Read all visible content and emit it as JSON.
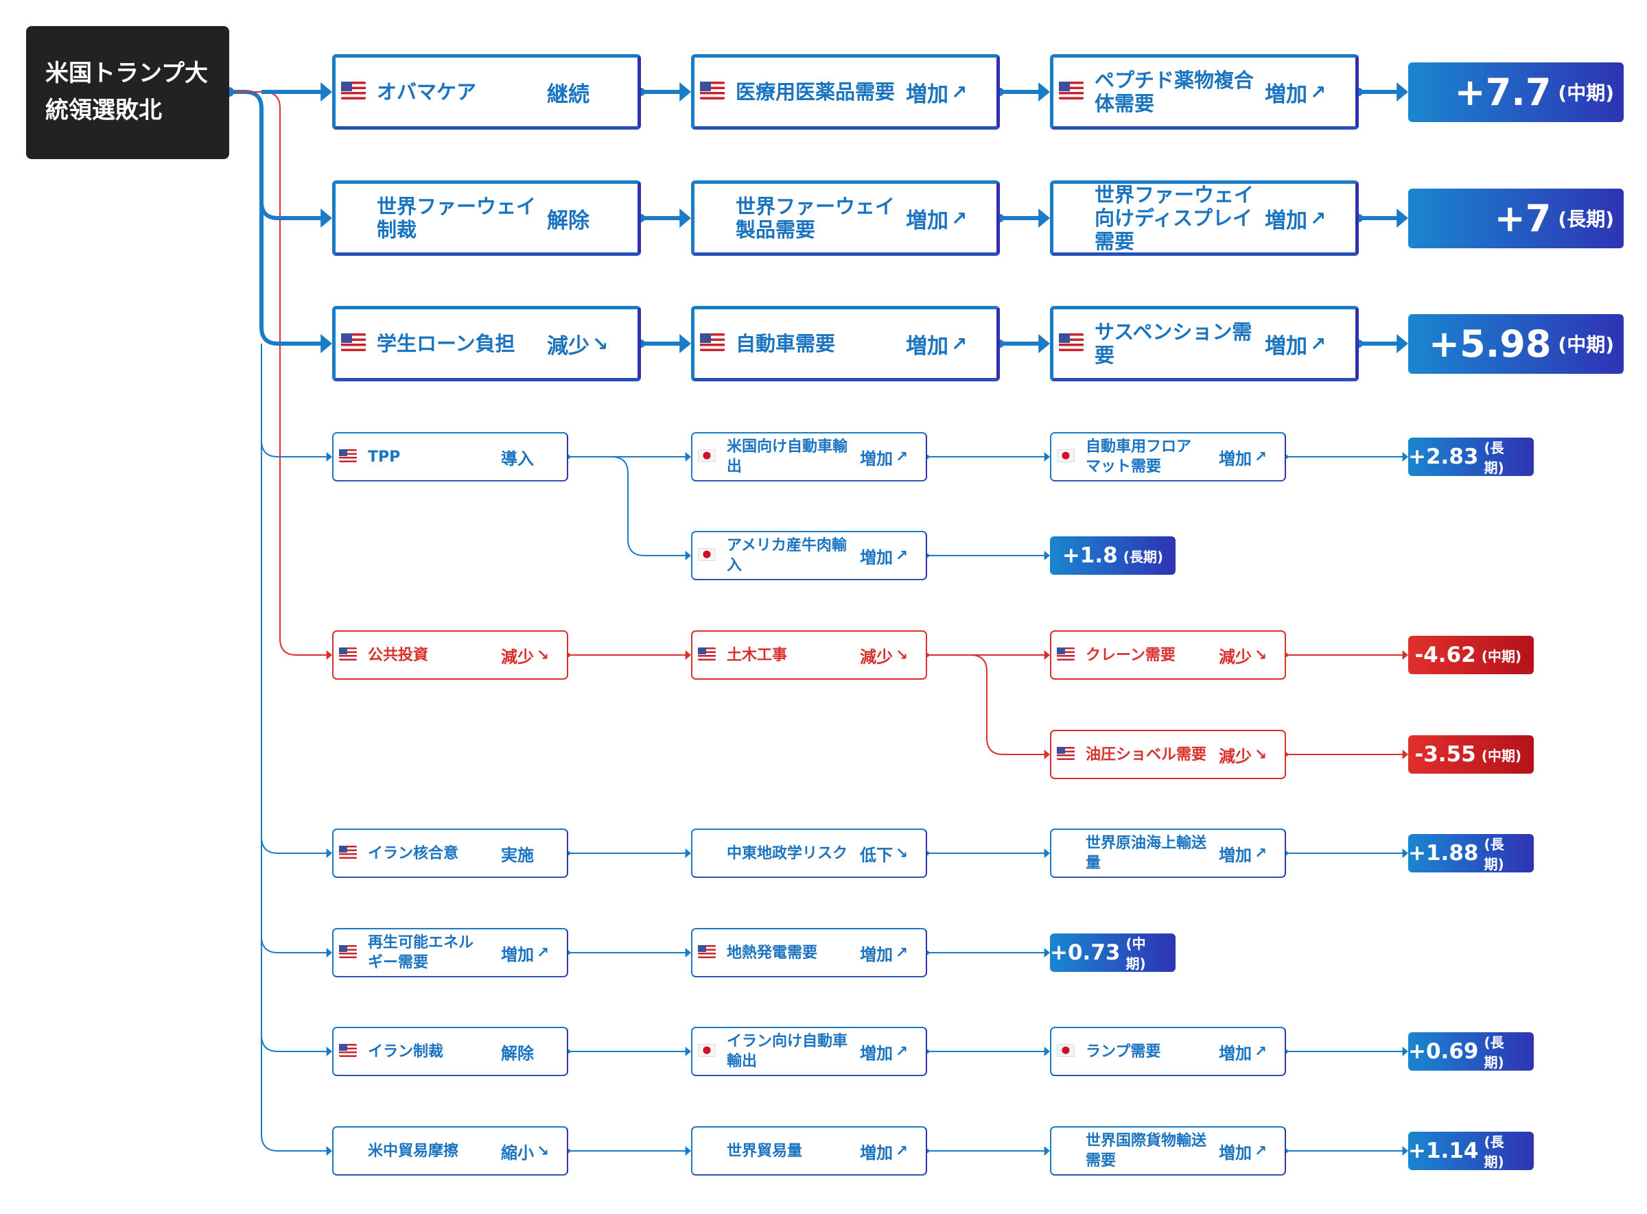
{
  "root": {
    "label": "米国トランプ大\n統領選敗北"
  },
  "colors": {
    "blue": "#1a7cc7",
    "indigo": "#3030b0",
    "red": "#d9302c",
    "root_bg": "#222222"
  },
  "icons": {
    "us_flag": "us-flag-icon",
    "jp_flag": "jp-flag-icon",
    "up": "trend-up-icon",
    "down": "trend-down-icon"
  },
  "rows": [
    {
      "size": "big",
      "color": "blue",
      "nodes": [
        {
          "flag": "us",
          "label": "オバマケア",
          "effect": "継続",
          "trend": ""
        },
        {
          "flag": "us",
          "label": "医療用医薬品需要",
          "effect": "増加",
          "trend": "up"
        },
        {
          "flag": "us",
          "label": "ペプチド薬物複合\n体需要",
          "effect": "増加",
          "trend": "up"
        }
      ],
      "value": {
        "num": "+7.7",
        "term": "(中期)"
      }
    },
    {
      "size": "big",
      "color": "blue",
      "nodes": [
        {
          "flag": "",
          "label": "世界ファーウェイ\n制裁",
          "effect": "解除",
          "trend": ""
        },
        {
          "flag": "",
          "label": "世界ファーウェイ\n製品需要",
          "effect": "増加",
          "trend": "up"
        },
        {
          "flag": "",
          "label": "世界ファーウェイ\n向けディスプレイ\n需要",
          "effect": "増加",
          "trend": "up"
        }
      ],
      "value": {
        "num": "+7",
        "term": "(長期)"
      }
    },
    {
      "size": "big",
      "color": "blue",
      "nodes": [
        {
          "flag": "us",
          "label": "学生ローン負担",
          "effect": "減少",
          "trend": "down"
        },
        {
          "flag": "us",
          "label": "自動車需要",
          "effect": "増加",
          "trend": "up"
        },
        {
          "flag": "us",
          "label": "サスペンション需\n要",
          "effect": "増加",
          "trend": "up"
        }
      ],
      "value": {
        "num": "+5.98",
        "term": "(中期)"
      }
    },
    {
      "size": "small",
      "color": "blue",
      "nodes": [
        {
          "flag": "us",
          "label": "TPP",
          "effect": "導入",
          "trend": ""
        },
        {
          "flag": "jp",
          "label": "米国向け自動車輸\n出",
          "effect": "増加",
          "trend": "up"
        },
        {
          "flag": "jp",
          "label": "自動車用フロア\nマット需要",
          "effect": "増加",
          "trend": "up"
        }
      ],
      "value": {
        "num": "+2.83",
        "term": "(長期)"
      }
    },
    {
      "size": "small",
      "color": "blue",
      "branch": true,
      "nodes": [
        null,
        {
          "flag": "jp",
          "label": "アメリカ産牛肉輸\n入",
          "effect": "増加",
          "trend": "up"
        },
        null
      ],
      "value": {
        "num": "+1.8",
        "term": "(長期)"
      }
    },
    {
      "size": "small",
      "color": "red",
      "nodes": [
        {
          "flag": "us",
          "label": "公共投資",
          "effect": "減少",
          "trend": "down"
        },
        {
          "flag": "us",
          "label": "土木工事",
          "effect": "減少",
          "trend": "down"
        },
        {
          "flag": "us",
          "label": "クレーン需要",
          "effect": "減少",
          "trend": "down"
        }
      ],
      "value": {
        "num": "-4.62",
        "term": "(中期)"
      }
    },
    {
      "size": "small",
      "color": "red",
      "branch": true,
      "nodes": [
        null,
        null,
        {
          "flag": "us",
          "label": "油圧ショベル需要",
          "effect": "減少",
          "trend": "down"
        }
      ],
      "value": {
        "num": "-3.55",
        "term": "(中期)"
      }
    },
    {
      "size": "small",
      "color": "blue",
      "nodes": [
        {
          "flag": "us",
          "label": "イラン核合意",
          "effect": "実施",
          "trend": ""
        },
        {
          "flag": "",
          "label": "中東地政学リスク",
          "effect": "低下",
          "trend": "down"
        },
        {
          "flag": "",
          "label": "世界原油海上輸送\n量",
          "effect": "増加",
          "trend": "up"
        }
      ],
      "value": {
        "num": "+1.88",
        "term": "(長期)"
      }
    },
    {
      "size": "small",
      "color": "blue",
      "nodes": [
        {
          "flag": "us",
          "label": "再生可能エネル\nギー需要",
          "effect": "増加",
          "trend": "up"
        },
        {
          "flag": "us",
          "label": "地熱発電需要",
          "effect": "増加",
          "trend": "up"
        },
        null
      ],
      "value": {
        "num": "+0.73",
        "term": "(中期)"
      }
    },
    {
      "size": "small",
      "color": "blue",
      "nodes": [
        {
          "flag": "us",
          "label": "イラン制裁",
          "effect": "解除",
          "trend": ""
        },
        {
          "flag": "jp",
          "label": "イラン向け自動車\n輸出",
          "effect": "増加",
          "trend": "up"
        },
        {
          "flag": "jp",
          "label": "ランプ需要",
          "effect": "増加",
          "trend": "up"
        }
      ],
      "value": {
        "num": "+0.69",
        "term": "(長期)"
      }
    },
    {
      "size": "small",
      "color": "blue",
      "nodes": [
        {
          "flag": "",
          "label": "米中貿易摩擦",
          "effect": "縮小",
          "trend": "down"
        },
        {
          "flag": "",
          "label": "世界貿易量",
          "effect": "増加",
          "trend": "up"
        },
        {
          "flag": "",
          "label": "世界国際貨物輸送\n需要",
          "effect": "増加",
          "trend": "up"
        }
      ],
      "value": {
        "num": "+1.14",
        "term": "(長期)"
      }
    }
  ]
}
